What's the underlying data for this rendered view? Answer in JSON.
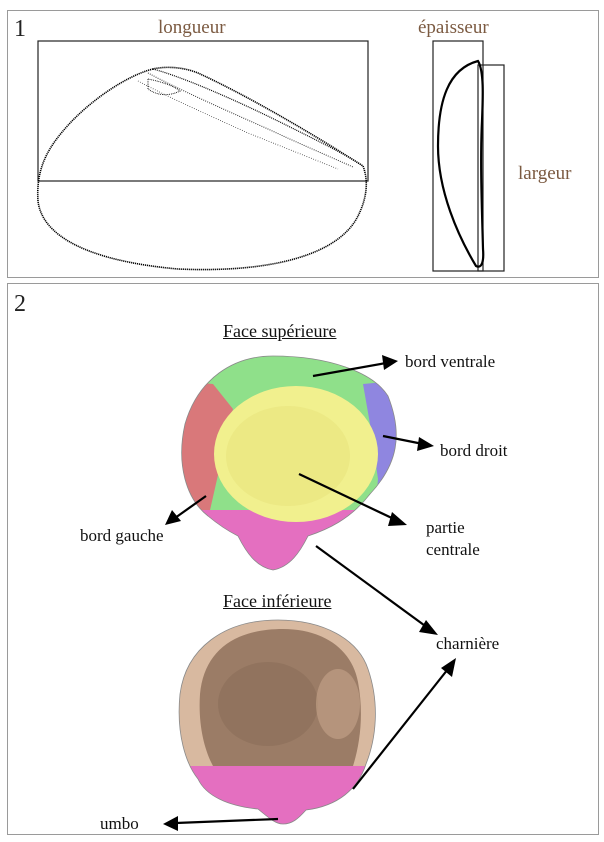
{
  "panel1": {
    "number": "1",
    "labels": {
      "length": "longueur",
      "thickness": "épaisseur",
      "width": "largeur"
    }
  },
  "panel2": {
    "number": "2",
    "upper_face": {
      "title": "Face supérieure",
      "labels": {
        "ventral_edge": "bord ventrale",
        "right_edge": "bord droit",
        "left_edge": "bord gauche",
        "central_part_line1": "partie",
        "central_part_line2": "centrale"
      },
      "region_colors": {
        "ventral": "#8fe08a",
        "right": "#8f86e0",
        "left": "#d9787a",
        "central": "#f1f08e",
        "hinge": "#e46fc0"
      }
    },
    "lower_face": {
      "title": "Face inférieure",
      "labels": {
        "hinge": "charnière",
        "umbo": "umbo"
      },
      "colors": {
        "shell": "#c9a58a",
        "interior": "#9b7c66",
        "hinge": "#e46fc0"
      }
    }
  }
}
